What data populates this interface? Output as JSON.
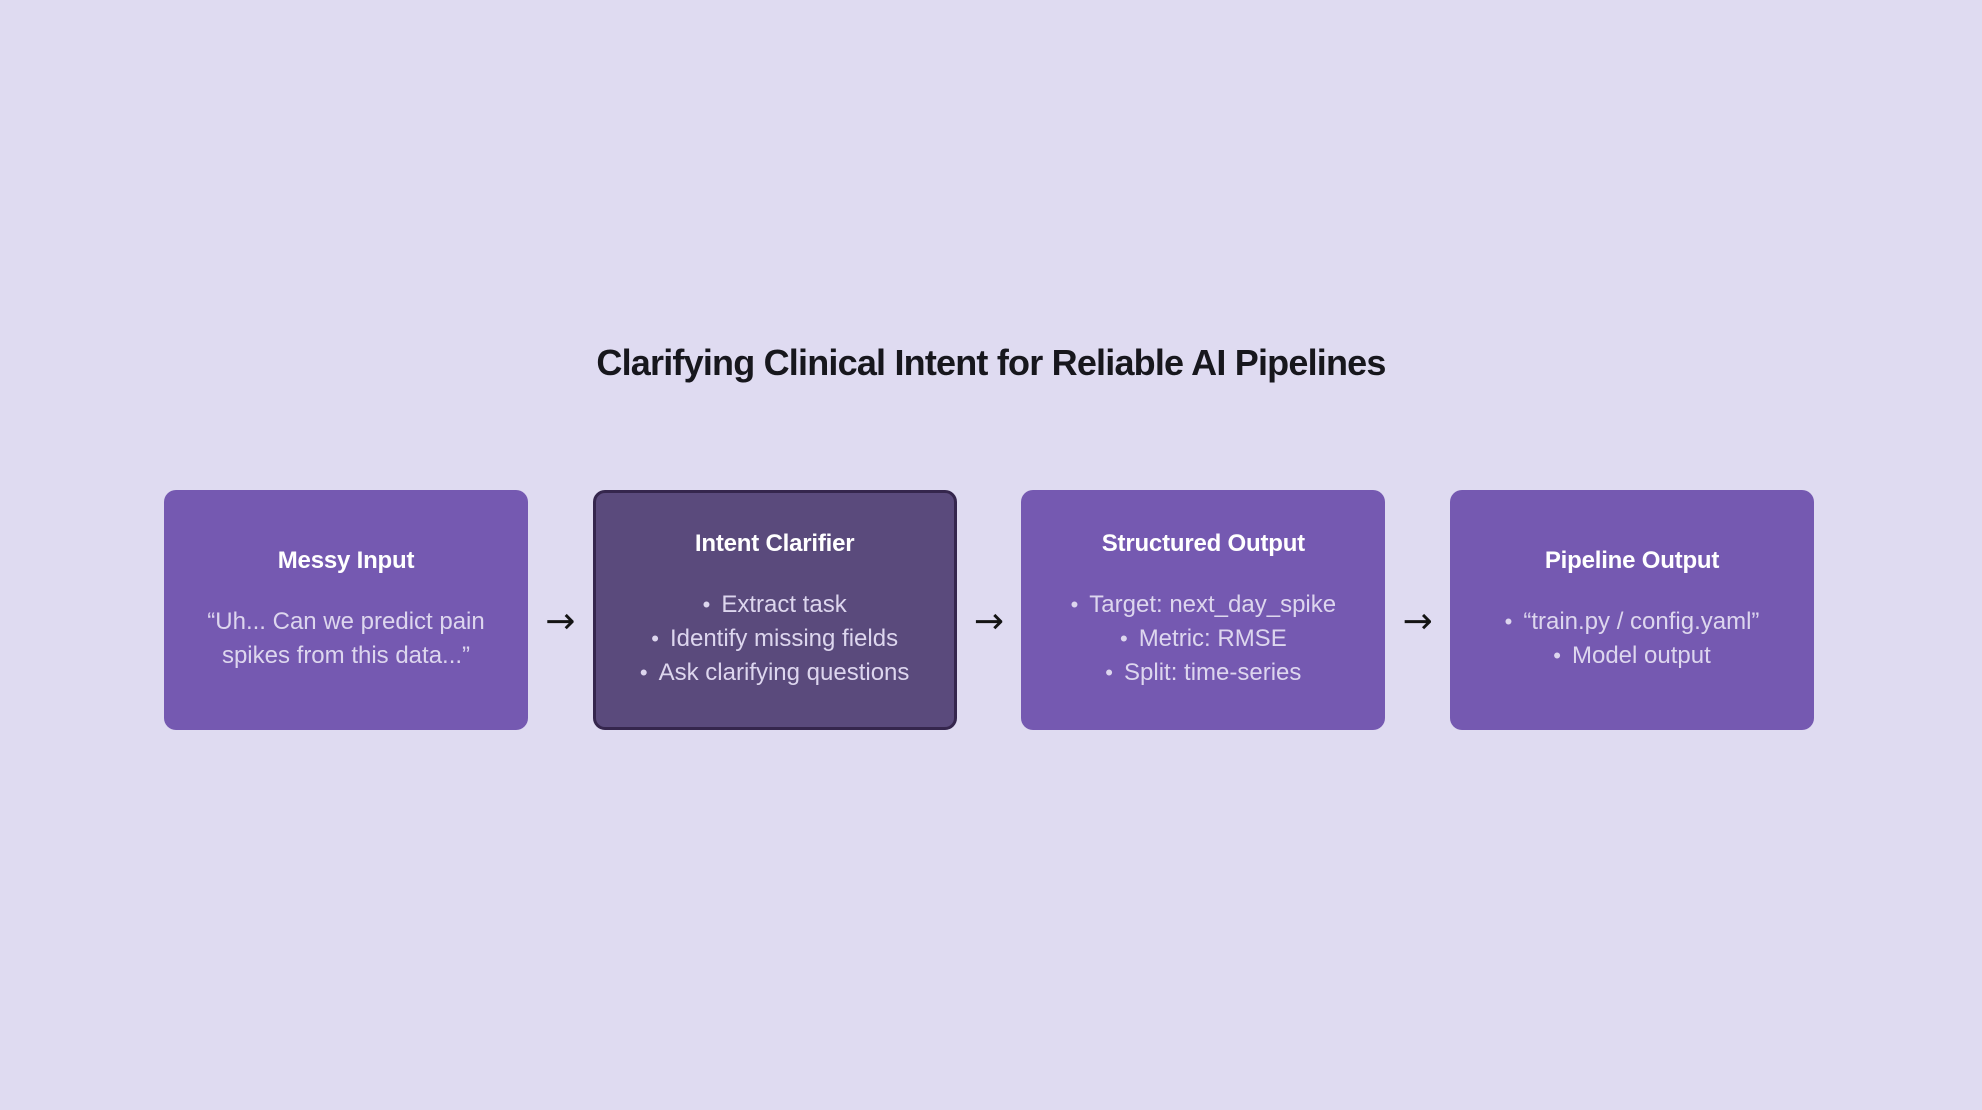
{
  "diagram": {
    "title": "Clarifying Clinical Intent for Reliable AI Pipelines",
    "arrow_glyph": "→",
    "bullet_glyph": "•",
    "nodes": [
      {
        "title": "Messy Input",
        "type": "quote",
        "items": [
          "“Uh... Can we predict pain spikes from this data...”"
        ],
        "highlighted": false
      },
      {
        "title": "Intent Clarifier",
        "type": "bullets",
        "items": [
          "Extract task",
          "Identify missing fields",
          "Ask clarifying questions"
        ],
        "highlighted": true
      },
      {
        "title": "Structured Output",
        "type": "bullets",
        "items": [
          "Target: next_day_spike",
          "Metric: RMSE",
          "Split: time-series"
        ],
        "highlighted": false
      },
      {
        "title": "Pipeline Output",
        "type": "bullets",
        "items": [
          "“train.py / config.yaml”",
          "Model output"
        ],
        "highlighted": false
      }
    ]
  },
  "colors": {
    "background": "#dfdbf1",
    "node_fill": "#7559b1",
    "node_highlight_fill": "#5a4a7c",
    "node_highlight_border": "#35264d",
    "title_text": "#17171d",
    "node_title_text": "#ffffff",
    "node_body_text": "#ddd6ee",
    "arrow": "#141414"
  }
}
